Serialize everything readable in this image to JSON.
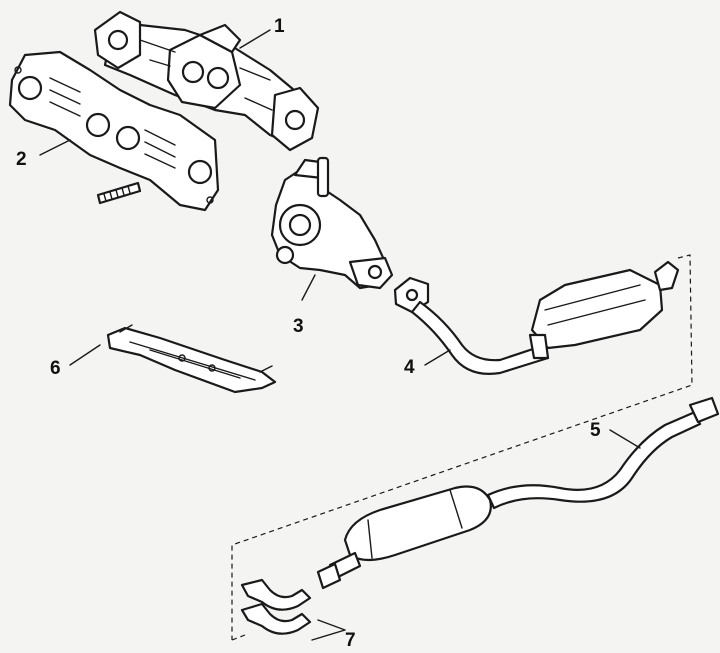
{
  "callouts": [
    {
      "id": "exhaust-manifold",
      "label": "1"
    },
    {
      "id": "manifold-gasket",
      "label": "2"
    },
    {
      "id": "turbocharger",
      "label": "3"
    },
    {
      "id": "front-pipe-catalyst",
      "label": "4"
    },
    {
      "id": "rear-pipe-muffler",
      "label": "5"
    },
    {
      "id": "heat-shield",
      "label": "6"
    },
    {
      "id": "clamps",
      "label": "7"
    }
  ],
  "colors": {
    "line": "#1a1a1a",
    "paper": "#f4f4f2",
    "part": "#ffffff"
  }
}
